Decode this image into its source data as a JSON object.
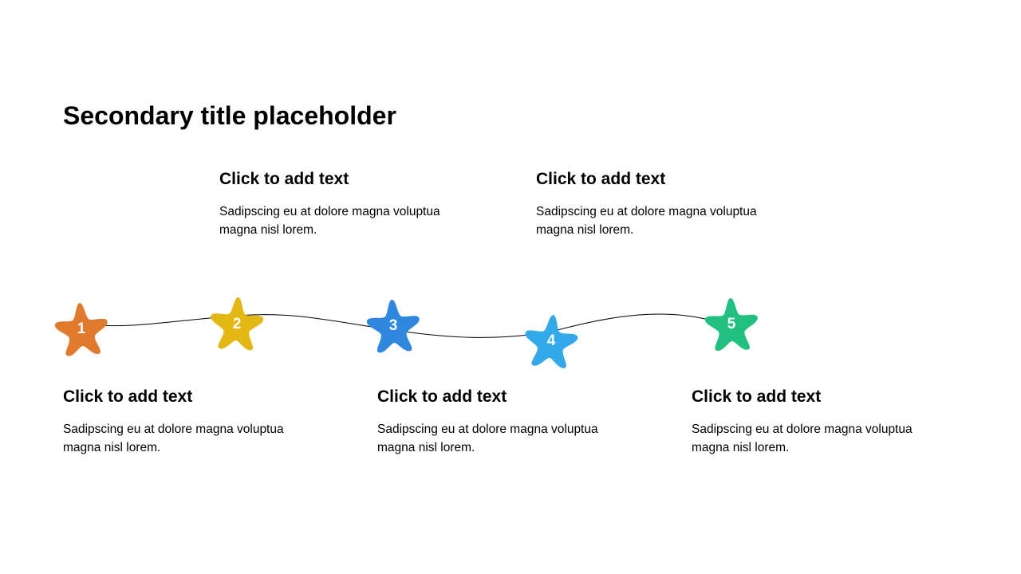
{
  "slide": {
    "title": "Secondary title placeholder"
  },
  "steps": [
    {
      "number": "1",
      "color": "#E07B2E",
      "heading": "Click to add text",
      "body": "Sadipscing eu at dolore magna voluptua magna nisl lorem."
    },
    {
      "number": "2",
      "color": "#E3B814",
      "heading": "Click to add text",
      "body": "Sadipscing eu at dolore magna voluptua magna nisl lorem."
    },
    {
      "number": "3",
      "color": "#2F88DE",
      "heading": "Click to add text",
      "body": "Sadipscing eu at dolore magna voluptua magna nisl lorem."
    },
    {
      "number": "4",
      "color": "#33A9EA",
      "heading": "Click to add text",
      "body": "Sadipscing eu at dolore magna voluptua magna nisl lorem."
    },
    {
      "number": "5",
      "color": "#22C07E",
      "heading": "Click to add text",
      "body": "Sadipscing eu at dolore magna voluptua magna nisl lorem."
    }
  ],
  "icons": {
    "marker": "star-icon"
  }
}
